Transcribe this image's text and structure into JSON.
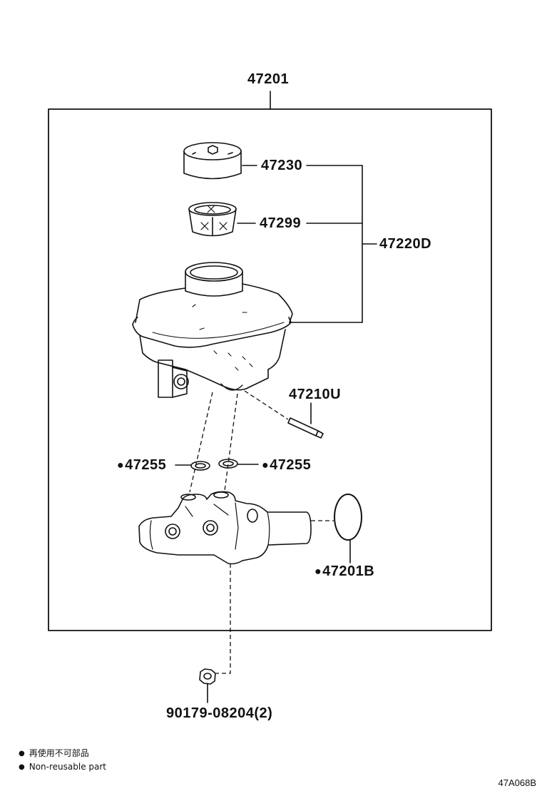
{
  "labels": {
    "assembly": "47201",
    "cap": "47230",
    "strainer": "47299",
    "reservoir_set": "47220D",
    "pin": "47210U",
    "grommet_left": "47255",
    "grommet_right": "47255",
    "o_ring": "47201B",
    "nut": "90179-08204(2)"
  },
  "legend": {
    "line1": "再使用不可部品",
    "line2": "Non-reusable part"
  },
  "figure_code": "47A068B",
  "non_reusable_marker": "●"
}
